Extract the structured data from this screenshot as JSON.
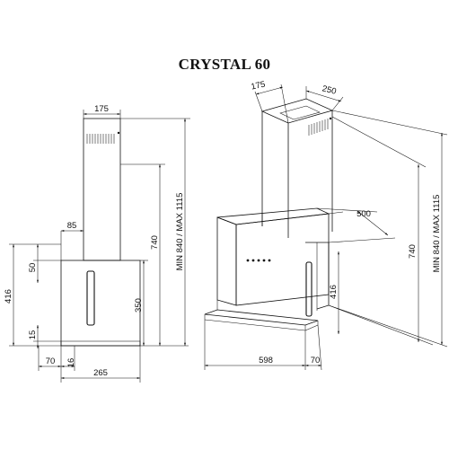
{
  "title": "CRYSTAL 60",
  "side_view": {
    "dim_top_width": "175",
    "dim_offset": "85",
    "dim_chimney_height": "740",
    "dim_total_height": "MIN 840 / MAX 1115",
    "dim_body_height": "350",
    "dim_left_total": "416",
    "dim_left_upper": "50",
    "dim_left_lower": "15",
    "dim_bottom_left": "70",
    "dim_bottom_small": "16",
    "dim_bottom_total": "265"
  },
  "iso_view": {
    "dim_chimney_depth": "175",
    "dim_chimney_width": "250",
    "dim_depth": "500",
    "dim_chimney_height": "740",
    "dim_total_height": "MIN 840 / MAX 1115",
    "dim_body_height": "416",
    "dim_width": "598",
    "dim_bottom_right": "70"
  }
}
